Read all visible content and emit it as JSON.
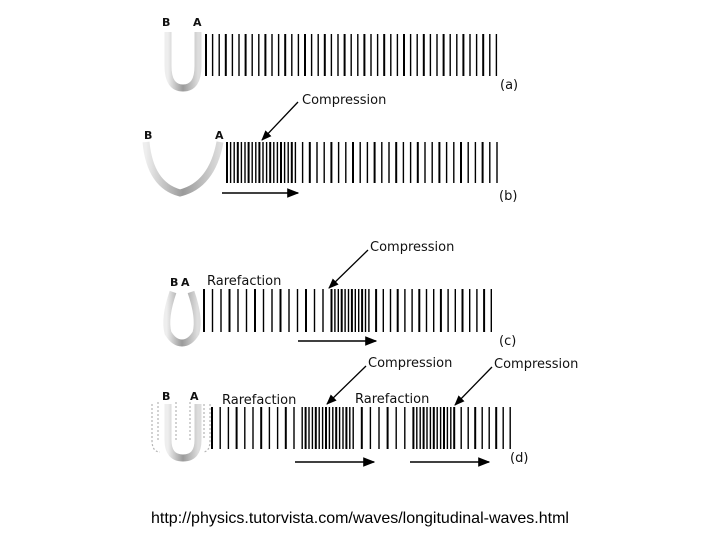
{
  "panels": [
    {
      "id": "a",
      "panel_label": "(a)",
      "fork_left_label": "B",
      "fork_right_label": "A",
      "annotations": []
    },
    {
      "id": "b",
      "panel_label": "(b)",
      "fork_left_label": "B",
      "fork_right_label": "A",
      "annotations": [
        "Compression"
      ]
    },
    {
      "id": "c",
      "panel_label": "(c)",
      "fork_left_label": "B",
      "fork_right_label": "A",
      "annotations": [
        "Compression",
        "Rarefaction"
      ]
    },
    {
      "id": "d",
      "panel_label": "(d)",
      "fork_left_label": "B",
      "fork_right_label": "A",
      "annotations": [
        "Compression",
        "Compression",
        "Rarefaction",
        "Rarefaction"
      ]
    }
  ],
  "source_url": "http://physics.tutorvista.com/waves/longitudinal-waves.html",
  "colors": {
    "line": "#000000",
    "fork_light": "#d9d9d9",
    "fork_dark": "#8c8c8c"
  }
}
